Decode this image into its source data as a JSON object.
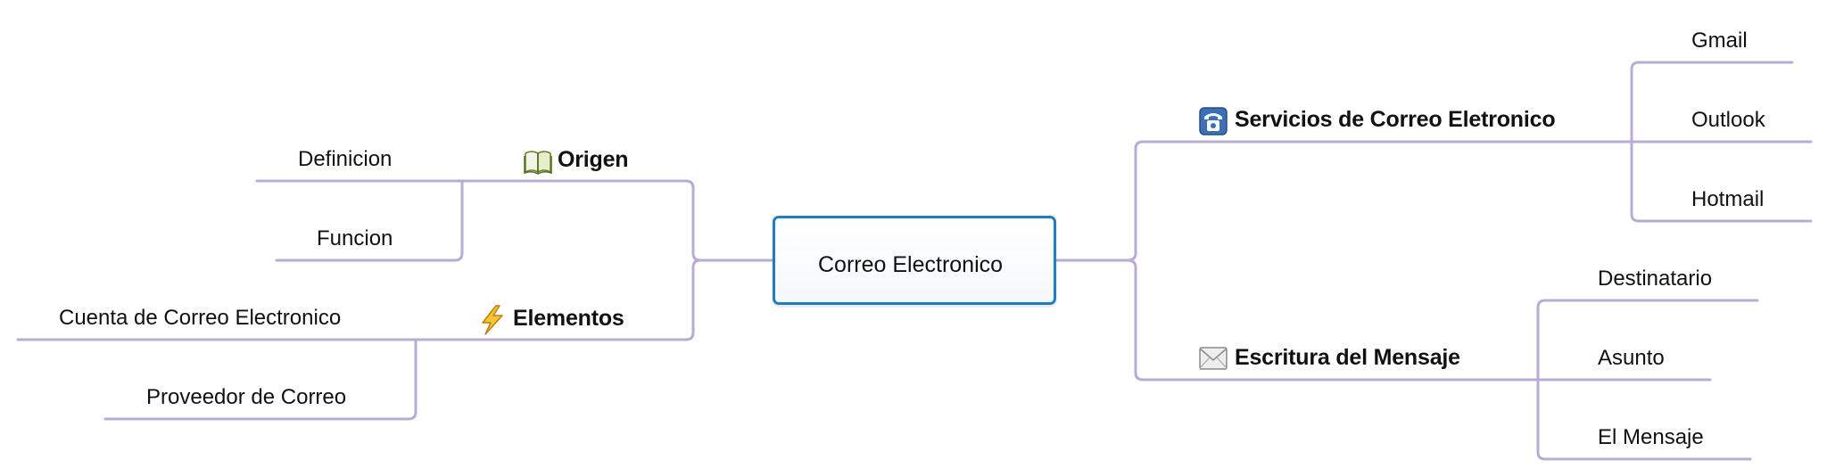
{
  "central_topic": "Correo Electronico",
  "branches": {
    "origen": {
      "label": "Origen",
      "icon": "book-icon",
      "children": [
        "Definicion",
        "Funcion"
      ]
    },
    "elementos": {
      "label": "Elementos",
      "icon": "lightning-icon",
      "children": [
        "Cuenta de Correo Electronico",
        "Proveedor de Correo"
      ]
    },
    "servicios": {
      "label": "Servicios de Correo Eletronico",
      "icon": "telephone-icon",
      "children": [
        "Gmail",
        "Outlook",
        "Hotmail"
      ]
    },
    "escritura": {
      "label": "Escritura del Mensaje",
      "icon": "envelope-icon",
      "children": [
        "Destinatario",
        "Asunto",
        "El Mensaje"
      ]
    }
  },
  "colors": {
    "connector": "#b8acd6",
    "central_border": "#1f7ec2"
  }
}
